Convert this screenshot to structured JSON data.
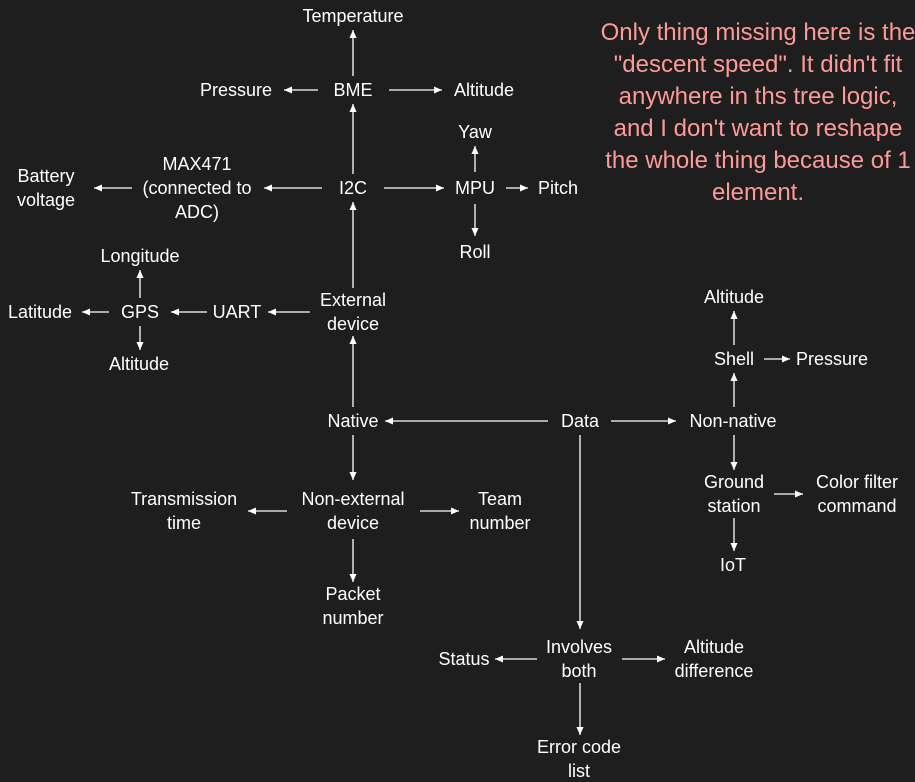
{
  "colors": {
    "background": "#1e1e1e",
    "node_text": "#ffffff",
    "edge": "#ffffff",
    "note_text": "#ff9999"
  },
  "note": {
    "text": "Only thing missing here is the \"descent speed\". It didn't fit anywhere in ths tree logic, and I don't want to reshape the whole thing because of 1 element."
  },
  "nodes": [
    {
      "id": "temperature",
      "lines": [
        "Temperature"
      ]
    },
    {
      "id": "bme",
      "lines": [
        "BME"
      ]
    },
    {
      "id": "bme-pressure",
      "lines": [
        "Pressure"
      ]
    },
    {
      "id": "bme-altitude",
      "lines": [
        "Altitude"
      ]
    },
    {
      "id": "i2c",
      "lines": [
        "I2C"
      ]
    },
    {
      "id": "max471",
      "lines": [
        "MAX471",
        "(connected to",
        "ADC)"
      ]
    },
    {
      "id": "battery-voltage",
      "lines": [
        "Battery",
        "voltage"
      ]
    },
    {
      "id": "mpu",
      "lines": [
        "MPU"
      ]
    },
    {
      "id": "yaw",
      "lines": [
        "Yaw"
      ]
    },
    {
      "id": "pitch",
      "lines": [
        "Pitch"
      ]
    },
    {
      "id": "roll",
      "lines": [
        "Roll"
      ]
    },
    {
      "id": "external-device",
      "lines": [
        "External",
        "device"
      ]
    },
    {
      "id": "uart",
      "lines": [
        "UART"
      ]
    },
    {
      "id": "gps",
      "lines": [
        "GPS"
      ]
    },
    {
      "id": "longitude",
      "lines": [
        "Longitude"
      ]
    },
    {
      "id": "latitude",
      "lines": [
        "Latitude"
      ]
    },
    {
      "id": "gps-altitude",
      "lines": [
        "Altitude"
      ]
    },
    {
      "id": "native",
      "lines": [
        "Native"
      ]
    },
    {
      "id": "data",
      "lines": [
        "Data"
      ]
    },
    {
      "id": "non-native",
      "lines": [
        "Non-native"
      ]
    },
    {
      "id": "shell",
      "lines": [
        "Shell"
      ]
    },
    {
      "id": "shell-altitude",
      "lines": [
        "Altitude"
      ]
    },
    {
      "id": "shell-pressure",
      "lines": [
        "Pressure"
      ]
    },
    {
      "id": "ground-station",
      "lines": [
        "Ground",
        "station"
      ]
    },
    {
      "id": "color-filter-command",
      "lines": [
        "Color filter",
        "command"
      ]
    },
    {
      "id": "iot",
      "lines": [
        "IoT"
      ]
    },
    {
      "id": "non-external-device",
      "lines": [
        "Non-external",
        "device"
      ]
    },
    {
      "id": "transmission-time",
      "lines": [
        "Transmission",
        "time"
      ]
    },
    {
      "id": "team-number",
      "lines": [
        "Team",
        "number"
      ]
    },
    {
      "id": "packet-number",
      "lines": [
        "Packet",
        "number"
      ]
    },
    {
      "id": "involves-both",
      "lines": [
        "Involves",
        "both"
      ]
    },
    {
      "id": "status",
      "lines": [
        "Status"
      ]
    },
    {
      "id": "altitude-difference",
      "lines": [
        "Altitude",
        "difference"
      ]
    },
    {
      "id": "error-code-list",
      "lines": [
        "Error code",
        "list"
      ]
    }
  ],
  "edges": [
    {
      "from": "bme",
      "to": "temperature"
    },
    {
      "from": "bme",
      "to": "bme-pressure"
    },
    {
      "from": "bme",
      "to": "bme-altitude"
    },
    {
      "from": "i2c",
      "to": "bme"
    },
    {
      "from": "i2c",
      "to": "max471"
    },
    {
      "from": "max471",
      "to": "battery-voltage"
    },
    {
      "from": "i2c",
      "to": "mpu"
    },
    {
      "from": "mpu",
      "to": "yaw"
    },
    {
      "from": "mpu",
      "to": "pitch"
    },
    {
      "from": "mpu",
      "to": "roll"
    },
    {
      "from": "external-device",
      "to": "i2c"
    },
    {
      "from": "external-device",
      "to": "uart"
    },
    {
      "from": "uart",
      "to": "gps"
    },
    {
      "from": "gps",
      "to": "longitude"
    },
    {
      "from": "gps",
      "to": "latitude"
    },
    {
      "from": "gps",
      "to": "gps-altitude"
    },
    {
      "from": "native",
      "to": "external-device"
    },
    {
      "from": "native",
      "to": "non-external-device"
    },
    {
      "from": "data",
      "to": "native"
    },
    {
      "from": "data",
      "to": "non-native"
    },
    {
      "from": "data",
      "to": "involves-both"
    },
    {
      "from": "non-native",
      "to": "shell"
    },
    {
      "from": "shell",
      "to": "shell-altitude"
    },
    {
      "from": "shell",
      "to": "shell-pressure"
    },
    {
      "from": "non-native",
      "to": "ground-station"
    },
    {
      "from": "ground-station",
      "to": "color-filter-command"
    },
    {
      "from": "ground-station",
      "to": "iot"
    },
    {
      "from": "non-external-device",
      "to": "transmission-time"
    },
    {
      "from": "non-external-device",
      "to": "team-number"
    },
    {
      "from": "non-external-device",
      "to": "packet-number"
    },
    {
      "from": "involves-both",
      "to": "status"
    },
    {
      "from": "involves-both",
      "to": "altitude-difference"
    },
    {
      "from": "involves-both",
      "to": "error-code-list"
    }
  ]
}
